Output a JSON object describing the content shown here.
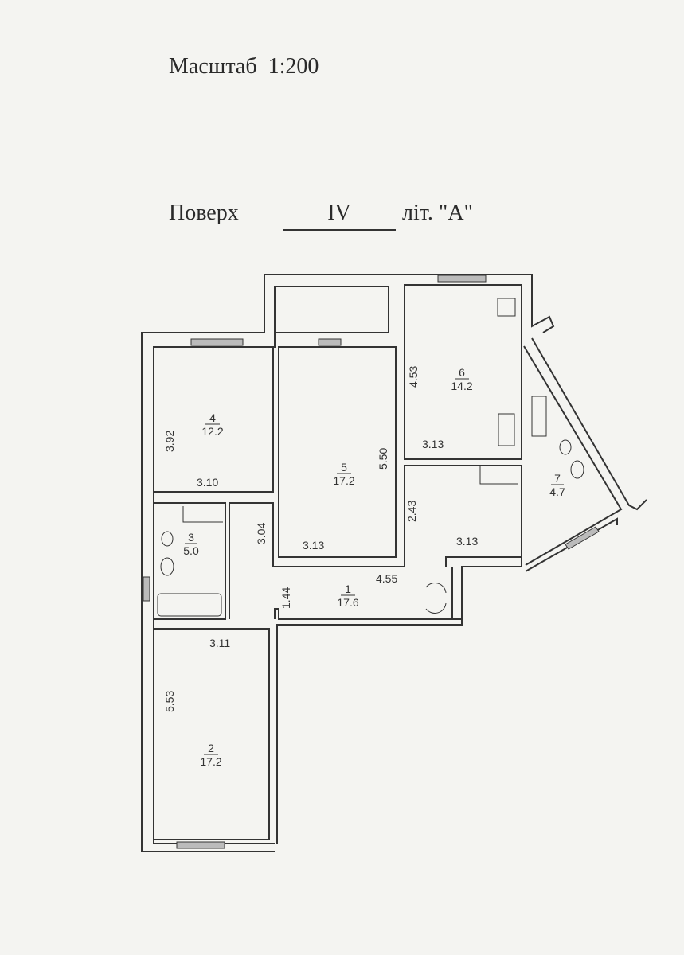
{
  "header": {
    "scale_label": "Масштаб",
    "scale_value": "1:200",
    "floor_label": "Поверх",
    "floor_value": "IV",
    "letter_label": "літ. \"A\""
  },
  "rooms": [
    {
      "number": "1",
      "area": "17.6"
    },
    {
      "number": "2",
      "area": "17.2"
    },
    {
      "number": "3",
      "area": "5.0"
    },
    {
      "number": "4",
      "area": "12.2"
    },
    {
      "number": "5",
      "area": "17.2"
    },
    {
      "number": "6",
      "area": "14.2"
    },
    {
      "number": "7",
      "area": "4.7"
    }
  ],
  "dimensions": {
    "room4_height": "3.92",
    "room4_width": "3.10",
    "room5_height": "5.50",
    "room5_width": "3.13",
    "room6_height": "4.53",
    "room6_width": "3.13",
    "hall_height": "2.43",
    "hall_width": "3.13",
    "corridor_height": "3.04",
    "room1_height": "1.44",
    "room1_width": "4.55",
    "room2_height": "5.53",
    "room2_width": "3.11"
  }
}
